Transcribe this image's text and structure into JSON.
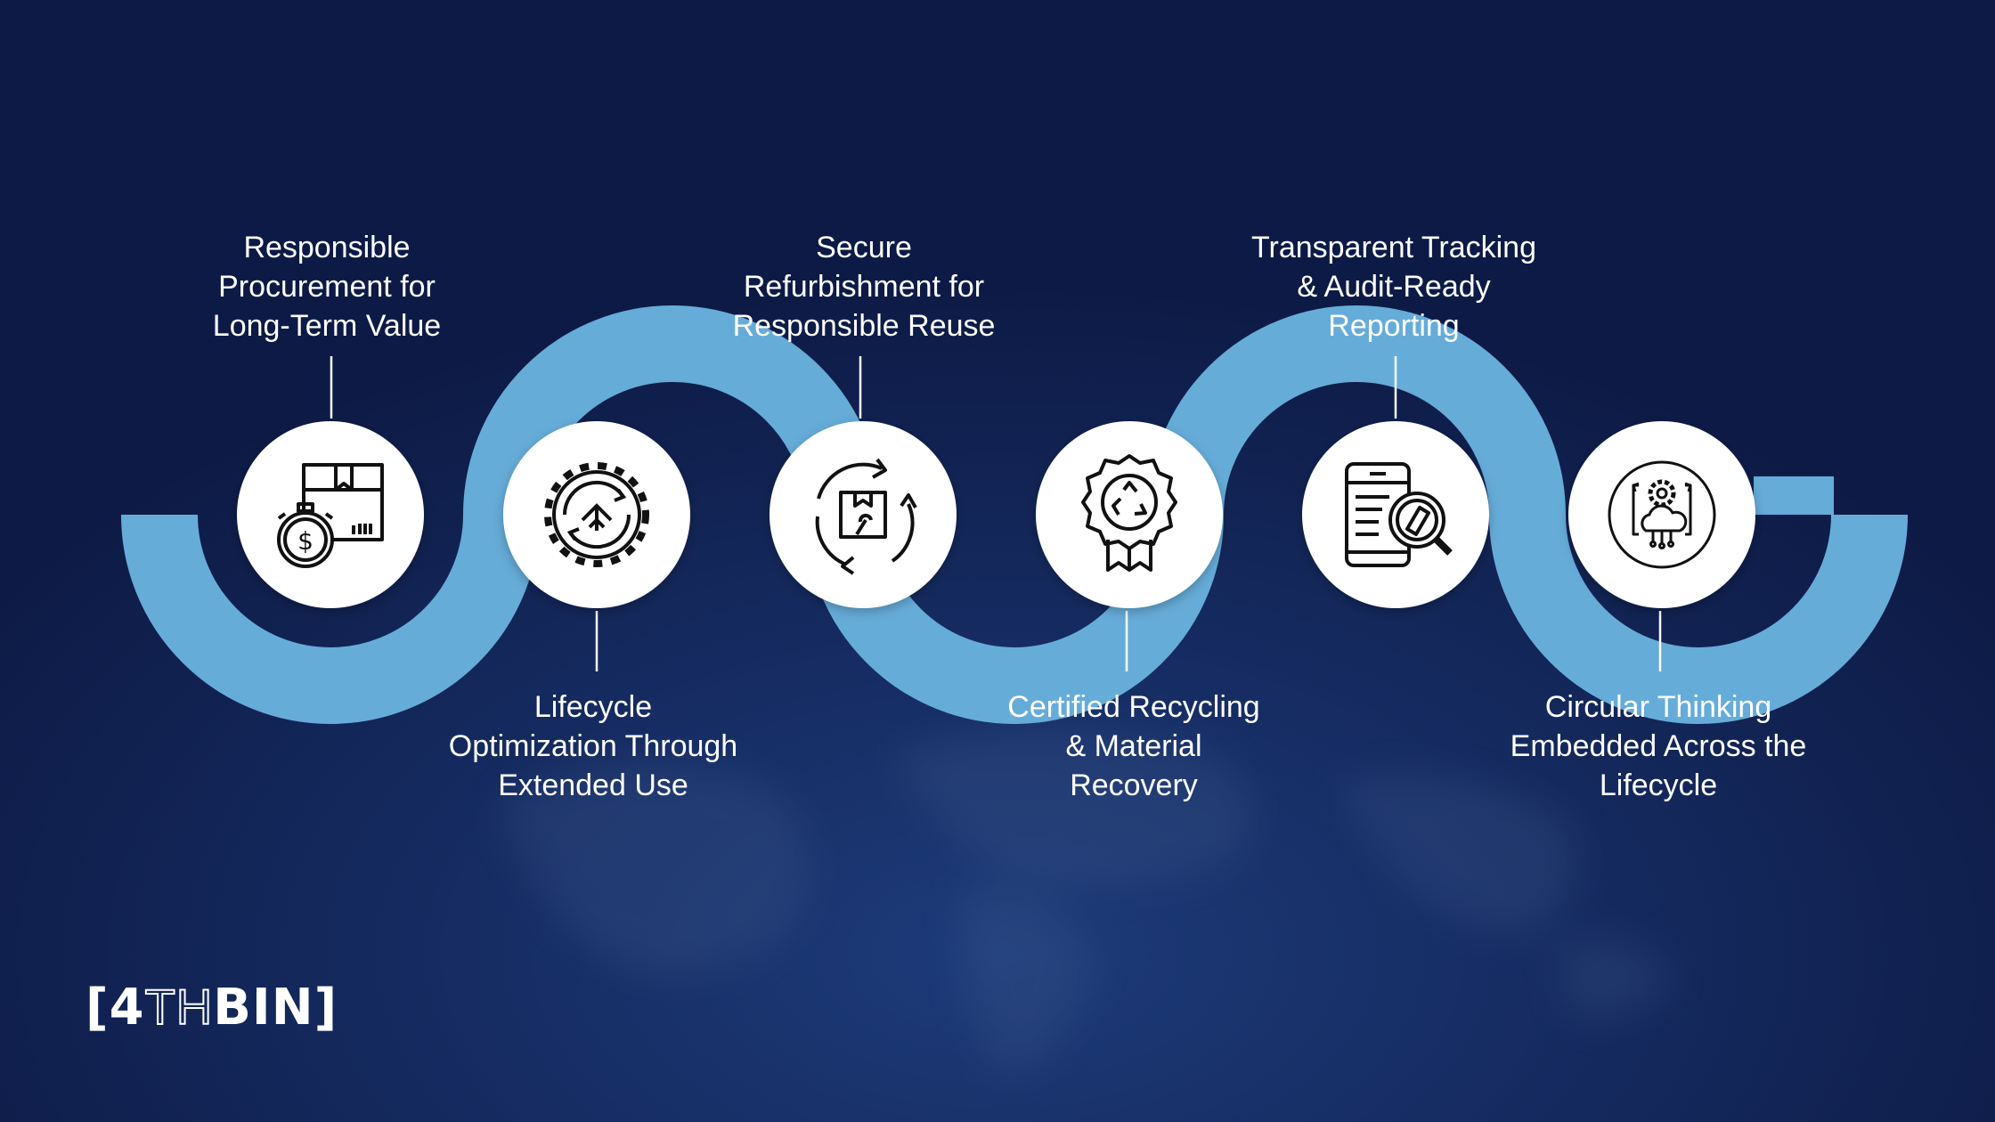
{
  "steps": [
    {
      "label": "Responsible\nProcurement for\nLong-Term Value",
      "icon": "procurement-box-stopwatch-icon"
    },
    {
      "label": "Lifecycle\nOptimization Through\nExtended Use",
      "icon": "gear-cycle-arrow-icon"
    },
    {
      "label": "Secure\nRefurbishment for\nResponsible Reuse",
      "icon": "refurbish-box-cycle-icon"
    },
    {
      "label": "Certified Recycling\n& Material\nRecovery",
      "icon": "recycling-badge-icon"
    },
    {
      "label": "Transparent Tracking\n& Audit-Ready\nReporting",
      "icon": "document-magnifier-icon"
    },
    {
      "label": "Circular Thinking\nEmbedded Across the\nLifecycle",
      "icon": "circular-cloud-gear-icon"
    }
  ],
  "logo": {
    "part1": "[4",
    "part2": "TH",
    "part3": "BIN]"
  },
  "colors": {
    "background": "#0d1a45",
    "wave": "#66acd9",
    "circle": "#ffffff",
    "icon": "#111111",
    "text": "#ffffff"
  }
}
